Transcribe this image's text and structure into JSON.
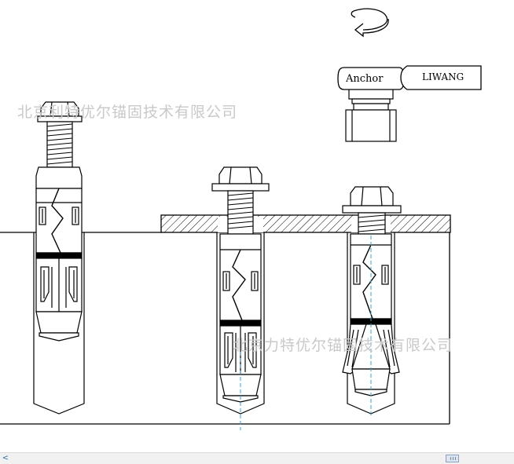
{
  "labels": {
    "anchor": "Anchor",
    "brand": "LIWANG"
  },
  "watermarks": {
    "top": "北京利特优尔锚固技术有限公司",
    "bottom": "北京力特优尔锚固技术有限公司"
  },
  "scrollbar": {
    "left_arrow": "<"
  },
  "colors": {
    "line": "#000000",
    "dashed_axis": "#3aa0d0",
    "watermark": "#c9c9c9",
    "scrollbar_bg": "#f1f1f1"
  }
}
